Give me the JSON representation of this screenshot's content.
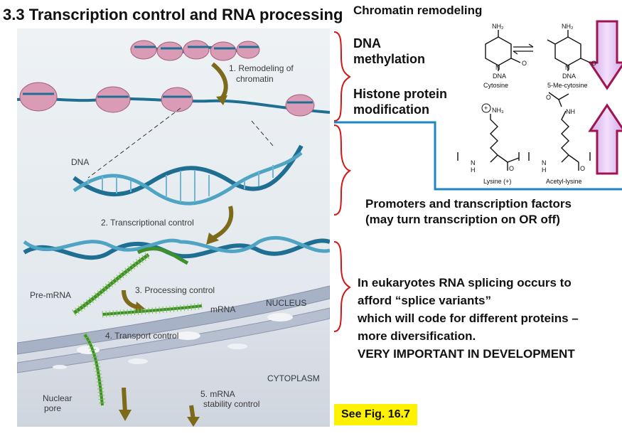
{
  "title": "3.3 Transcription control and RNA processing",
  "figure": {
    "steps": [
      "1. Remodeling of",
      "chromatin",
      "2. Transcriptional control",
      "3. Processing control",
      "4. Transport control",
      "5. mRNA",
      "stability control"
    ],
    "labels": {
      "dna": "DNA",
      "pre_mrna": "Pre-mRNA",
      "mrna": "mRNA",
      "nucleus": "NUCLEUS",
      "cytoplasm": "CYTOPLASM",
      "nuclear_pore_1": "Nuclear",
      "nuclear_pore_2": "pore"
    }
  },
  "notes": {
    "chromatin": "Chromatin remodeling",
    "dna_methylation_1": "DNA",
    "dna_methylation_2": "methylation",
    "histone_1": "Histone protein",
    "histone_2": "modification",
    "promoters_1": "Promoters and transcription factors",
    "promoters_2": "(may turn transcription on OR off)",
    "splicing_1": "In eukaryotes RNA splicing occurs to",
    "splicing_2": "afford “splice variants”",
    "splicing_3": "which will code for different proteins –",
    "splicing_4": "more diversification.",
    "splicing_5": "VERY IMPORTANT IN DEVELOPMENT"
  },
  "chem": {
    "nh2_a": "NH₂",
    "nh2_b": "NH₂",
    "n_a": "N",
    "n_b": "N",
    "o_a": "O",
    "o_b": "O",
    "dna_a": "DNA",
    "dna_b": "DNA",
    "cytosine": "Cytosine",
    "me_cytosine": "5-Me-cytosine",
    "nh3": "NH₃",
    "plus": "+",
    "nh_a": "N",
    "h_a": "H",
    "nh_b": "N",
    "h_b": "H",
    "nh_c": "NH",
    "o_c": "O",
    "o_d": "O",
    "o_e": "O",
    "lysine": "Lysine (+)",
    "acetyl_lysine": "Acetyl-lysine"
  },
  "see_fig": "See Fig. 16.7",
  "colors": {
    "dna_blue": "#1f6f93",
    "mrna_green": "#3f8f2a",
    "arrow_olive": "#7d6a1a",
    "histone_pink": "#d99bb6",
    "bracket_red": "#d01818",
    "separator_blue": "#1d86c3",
    "highlight_yellow": "#fff200"
  }
}
